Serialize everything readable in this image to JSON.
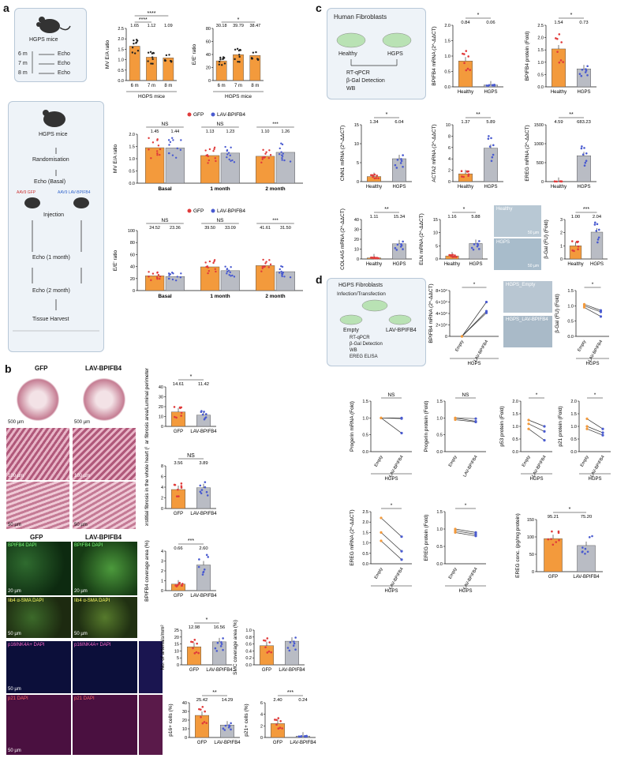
{
  "panels": {
    "a": "a",
    "b": "b",
    "c": "c",
    "d": "d"
  },
  "colors": {
    "orange": "#f39a3c",
    "darkorange": "#e8891f",
    "blue": "#4a5bd0",
    "gray": "#b9bcc4",
    "green": "#b9e2b4",
    "red": "#e03b3b",
    "boxbg": "#eef3f8"
  },
  "a_top": {
    "title": "HGPS mice",
    "rows": [
      "6 m",
      "7 m",
      "8 m"
    ],
    "echo": "Echo"
  },
  "a_bottom": {
    "title": "HGPS mice",
    "steps": [
      "Randomisation",
      "Echo (Basal)",
      "Injection",
      "Echo (1 month)",
      "Echo (2 month)",
      "Tissue Harvest"
    ],
    "aav_gfp": "AAV9 GFP",
    "aav_lav": "AAV9 LAV-BPIFB4"
  },
  "c_box": {
    "title": "Human Fibroblasts",
    "groups": [
      "Healthy",
      "HGPS"
    ],
    "methods": [
      "RT-qPCR",
      "β-Gal Detection",
      "WB"
    ]
  },
  "d_box": {
    "title": "HGPS Fibroblasts",
    "step": "Infection/Transfection",
    "groups": [
      "Empty",
      "LAV-BPIFB4"
    ],
    "methods": [
      "RT-qPCR",
      "β-Gal Detection",
      "WB",
      "EREG ELISA"
    ]
  },
  "b_images": {
    "col1": "GFP",
    "col2": "LAV-BPIFB4",
    "scale500": "500 µm",
    "scale100": "100 µm",
    "scale50": "50 µm",
    "scale20": "20 µm",
    "bpifb4": "BPIFB4 DAPI",
    "sma": "Iib4 α-SMA DAPI",
    "p16": "p16INK4A+ DAPI",
    "p21": "p21 DAPI"
  },
  "c_images": {
    "healthy": "Healthy",
    "hgps": "HGPS",
    "scale": "50 µm"
  },
  "d_images": {
    "empty": "HGPS_Empty",
    "lav": "HGPS_LAV-BPIFB4"
  },
  "chart_data": [
    {
      "id": "a_ea",
      "type": "bar",
      "categories": [
        "6 m",
        "7 m",
        "8 m"
      ],
      "values": [
        1.65,
        1.12,
        1.09
      ],
      "labels": [
        "1.65",
        "1.12",
        "1.09"
      ],
      "ylabel": "MV E/A ratio",
      "xlabel": "HGPS mice",
      "ylim": [
        0,
        2.5
      ],
      "yticks": [
        "0.0",
        "0.5",
        "1.0",
        "1.5",
        "2.0",
        "2.5"
      ],
      "sig": [
        [
          "****",
          0,
          1
        ],
        [
          "****",
          0,
          2
        ]
      ]
    },
    {
      "id": "a_ee",
      "type": "bar",
      "categories": [
        "6 m",
        "7 m",
        "8 m"
      ],
      "values": [
        30.18,
        39.79,
        38.47
      ],
      "labels": [
        "30.18",
        "39.79",
        "38.47"
      ],
      "ylabel": "E/E' ratio",
      "xlabel": "HGPS mice",
      "ylim": [
        0,
        80
      ],
      "yticks": [
        "0",
        "20",
        "40",
        "60",
        "80"
      ],
      "sig": [
        [
          "*",
          0,
          2
        ]
      ]
    },
    {
      "id": "a_mvg",
      "type": "bar",
      "legend": [
        "GFP",
        "LAV-BPIFB4"
      ],
      "categories": [
        "Basal",
        "1 month",
        "2 month"
      ],
      "series": [
        {
          "name": "GFP",
          "values": [
            1.45,
            1.13,
            1.1
          ]
        },
        {
          "name": "LAV-BPIFB4",
          "values": [
            1.44,
            1.23,
            1.26
          ]
        }
      ],
      "labels": [
        "1.45",
        "1.44",
        "1.13",
        "1.23",
        "1.10",
        "1.26"
      ],
      "ylabel": "MV E/A ratio",
      "ylim": [
        0,
        2.0
      ],
      "yticks": [
        "0.0",
        "0.5",
        "1.0",
        "1.5",
        "2.0"
      ],
      "sig": [
        "NS",
        "NS",
        "***"
      ]
    },
    {
      "id": "a_eeg",
      "type": "bar",
      "legend": [
        "GFP",
        "LAV-BPIFB4"
      ],
      "categories": [
        "Basal",
        "1 month",
        "2 month"
      ],
      "series": [
        {
          "name": "GFP",
          "values": [
            24.52,
            39.5,
            41.61
          ]
        },
        {
          "name": "LAV-BPIFB4",
          "values": [
            23.36,
            33.09,
            31.5
          ]
        }
      ],
      "labels": [
        "24.52",
        "23.36",
        "39.50",
        "33.09",
        "41.61",
        "31.50"
      ],
      "ylabel": "E/E' ratio",
      "ylim": [
        0,
        100
      ],
      "yticks": [
        "0",
        "20",
        "40",
        "60",
        "80",
        "100"
      ],
      "sig": [
        "NS",
        "NS",
        "***"
      ]
    },
    {
      "id": "b_peri",
      "type": "bar",
      "categories": [
        "GFP",
        "LAV-BPIFB4"
      ],
      "values": [
        14.61,
        11.42
      ],
      "labels": [
        "14.61",
        "11.42"
      ],
      "ylabel": "Perivascular fibrosis area/Luminal perimeter (µm²/µm)",
      "ylim": [
        0,
        40
      ],
      "yticks": [
        "0",
        "10",
        "20",
        "30",
        "40"
      ],
      "sig": "*"
    },
    {
      "id": "b_inter",
      "type": "bar",
      "categories": [
        "GFP",
        "LAV-BPIFB4"
      ],
      "values": [
        3.56,
        3.89
      ],
      "labels": [
        "3.56",
        "3.89"
      ],
      "ylabel": "Interstitial fibrosis in the whole heart (%)",
      "ylim": [
        0,
        8
      ],
      "yticks": [
        "0",
        "2",
        "4",
        "6",
        "8"
      ],
      "sig": "NS"
    },
    {
      "id": "b_bp",
      "type": "bar",
      "categories": [
        "GFP",
        "LAV-BPIFB4"
      ],
      "values": [
        0.66,
        2.6
      ],
      "labels": [
        "0.66",
        "2.60"
      ],
      "ylabel": "BPIFB4 coverage area (%)",
      "ylim": [
        0,
        4
      ],
      "yticks": [
        "0",
        "1",
        "2",
        "3",
        "4"
      ],
      "sig": "***"
    },
    {
      "id": "b_art",
      "type": "bar",
      "categories": [
        "GFP",
        "LAV-BPIFB4"
      ],
      "values": [
        12.98,
        16.56
      ],
      "labels": [
        "12.98",
        "16.56"
      ],
      "ylabel": "No. of arterials/mm²",
      "ylim": [
        0,
        25
      ],
      "yticks": [
        "0",
        "5",
        "10",
        "15",
        "20",
        "25"
      ],
      "sig": "*"
    },
    {
      "id": "b_smc",
      "type": "bar",
      "categories": [
        "GFP",
        "LAV-BPIFB4"
      ],
      "values": [
        0.55,
        0.68
      ],
      "labels": [],
      "ylabel": "SMC coverage area (%)",
      "ylim": [
        0,
        1.0
      ],
      "yticks": [
        "0.0",
        "0.2",
        "0.4",
        "0.6",
        "0.8",
        "1.0"
      ],
      "sig": ""
    },
    {
      "id": "b_p16",
      "type": "bar",
      "categories": [
        "GFP",
        "LAV-BPIFB4"
      ],
      "values": [
        25.42,
        14.29
      ],
      "labels": [
        "25.42",
        "14.29"
      ],
      "ylabel": "p16+ cells (%)",
      "ylim": [
        0,
        40
      ],
      "yticks": [
        "0",
        "10",
        "20",
        "30",
        "40"
      ],
      "sig": "**"
    },
    {
      "id": "b_p21",
      "type": "bar",
      "categories": [
        "GFP",
        "LAV-BPIFB4"
      ],
      "values": [
        2.4,
        0.24
      ],
      "labels": [
        "2.40",
        "0.24"
      ],
      "ylabel": "p21+ cells (%)",
      "ylim": [
        0,
        6
      ],
      "yticks": [
        "0",
        "2",
        "4",
        "6"
      ],
      "sig": "***"
    },
    {
      "id": "c_bpm",
      "type": "bar",
      "categories": [
        "Healthy",
        "HGPS"
      ],
      "values": [
        0.84,
        0.06
      ],
      "labels": [
        "0.84",
        "0.06"
      ],
      "ylabel": "BPIFB4 mRNA (2^-ΔΔCT)",
      "ylim": [
        0,
        2.0
      ],
      "yticks": [
        "0.0",
        "0.5",
        "1.0",
        "1.5",
        "2.0"
      ],
      "sig": "*"
    },
    {
      "id": "c_bpp",
      "type": "bar",
      "categories": [
        "Healthy",
        "HGPS"
      ],
      "values": [
        1.54,
        0.73
      ],
      "labels": [
        "1.54",
        "0.73"
      ],
      "ylabel": "BPIFB4 protein (Fold)",
      "ylim": [
        0,
        2.5
      ],
      "yticks": [
        "0.0",
        "0.5",
        "1.0",
        "1.5",
        "2.0",
        "2.5"
      ],
      "sig": "*"
    },
    {
      "id": "c_cnn",
      "type": "bar",
      "categories": [
        "Healthy",
        "HGPS"
      ],
      "values": [
        1.34,
        6.04
      ],
      "labels": [
        "1.34",
        "6.04"
      ],
      "ylabel": "CNN1 mRNA (2^-ΔΔCT)",
      "ylim": [
        0,
        15
      ],
      "yticks": [
        "0",
        "5",
        "10",
        "15"
      ],
      "sig": "*"
    },
    {
      "id": "c_acta",
      "type": "bar",
      "categories": [
        "Healthy",
        "HGPS"
      ],
      "values": [
        1.37,
        5.89
      ],
      "labels": [
        "1.37",
        "5.89"
      ],
      "ylabel": "ACTA2 mRNA (2^-ΔΔCT)",
      "ylim": [
        0,
        10
      ],
      "yticks": [
        "0",
        "2",
        "4",
        "6",
        "8",
        "10"
      ],
      "sig": "**"
    },
    {
      "id": "c_ereg",
      "type": "bar",
      "categories": [
        "Healthy",
        "HGPS"
      ],
      "values": [
        4.59,
        683.23
      ],
      "labels": [
        "4.59",
        "683.23"
      ],
      "ylabel": "EREG mRNA (2^-ΔΔCT)",
      "ylim": [
        0,
        1500
      ],
      "yticks": [
        "0",
        "500",
        "1000",
        "1500"
      ],
      "sig": "**"
    },
    {
      "id": "c_col",
      "type": "bar",
      "categories": [
        "Healthy",
        "HGPS"
      ],
      "values": [
        1.11,
        15.34
      ],
      "labels": [
        "1.11",
        "15.34"
      ],
      "ylabel": "COL4A5 mRNA (2^-ΔΔCT)",
      "ylim": [
        0,
        40
      ],
      "yticks": [
        "0",
        "10",
        "20",
        "30",
        "40"
      ],
      "sig": "**"
    },
    {
      "id": "c_eln",
      "type": "bar",
      "categories": [
        "Healthy",
        "HGPS"
      ],
      "values": [
        1.16,
        5.88
      ],
      "labels": [
        "1.16",
        "5.88"
      ],
      "ylabel": "ELN mRNA (2^-ΔΔCT)",
      "ylim": [
        0,
        15
      ],
      "yticks": [
        "0",
        "5",
        "10",
        "15"
      ],
      "sig": "*"
    },
    {
      "id": "c_bgal",
      "type": "bar",
      "categories": [
        "Healthy",
        "HGPS"
      ],
      "values": [
        1.0,
        2.04
      ],
      "labels": [
        "1.00",
        "2.04"
      ],
      "ylabel": "β-Gal (FU) (Fold)",
      "ylim": [
        0,
        3
      ],
      "yticks": [
        "0",
        "1",
        "2",
        "3"
      ],
      "sig": "***"
    },
    {
      "id": "d_ereg_conc",
      "type": "bar",
      "categories": [
        "GFP",
        "LAV-BPIFB4"
      ],
      "values": [
        95.21,
        75.2
      ],
      "labels": [
        "95.21",
        "75.20"
      ],
      "ylabel": "EREG conc. (pg/mg protein)",
      "ylim": [
        0,
        150
      ],
      "yticks": [
        "0",
        "50",
        "100",
        "150"
      ],
      "sig": "*"
    },
    {
      "id": "d_bpm",
      "type": "line",
      "categories": [
        "Empty",
        "LAV-BPIFB4"
      ],
      "ylabel": "BPIFB4 mRNA (2^-ΔΔCT)",
      "xlabel": "HGPS",
      "yticks": [
        "0",
        "2×10⁴",
        "4×10⁴",
        "6×10⁴",
        "8×10⁴"
      ],
      "ylim": [
        0,
        80000
      ],
      "pairs": [
        [
          1,
          60000
        ],
        [
          1,
          44000
        ],
        [
          1,
          41000
        ]
      ],
      "sig": "*"
    },
    {
      "id": "d_bgal",
      "type": "line",
      "categories": [
        "Empty",
        "LAV-BPIFB4"
      ],
      "ylabel": "β-Gal (FU) (Fold)",
      "xlabel": "HGPS",
      "yticks": [
        "0.0",
        "0.5",
        "1.0",
        "1.5"
      ],
      "ylim": [
        0,
        1.5
      ],
      "pairs": [
        [
          1.05,
          0.85
        ],
        [
          1.0,
          0.8
        ],
        [
          0.95,
          0.65
        ]
      ],
      "sig": "*"
    },
    {
      "id": "d_prog_m",
      "type": "line",
      "categories": [
        "Empty",
        "LAV-BPIFB4"
      ],
      "ylabel": "Progerin mRNA (Fold)",
      "xlabel": "HGPS",
      "yticks": [
        "0.0",
        "0.5",
        "1.0",
        "1.5"
      ],
      "ylim": [
        0,
        1.5
      ],
      "pairs": [
        [
          1.0,
          1.0
        ],
        [
          1.0,
          0.98
        ],
        [
          1.0,
          0.55
        ]
      ],
      "sig": "NS"
    },
    {
      "id": "d_prog_p",
      "type": "line",
      "categories": [
        "Empty",
        "LAV-BPIFB4"
      ],
      "ylabel": "Progerin protein (Fold)",
      "xlabel": "",
      "yticks": [
        "0.0",
        "0.5",
        "1.0",
        "1.5"
      ],
      "ylim": [
        0,
        1.5
      ],
      "pairs": [
        [
          1.0,
          0.98
        ],
        [
          1.0,
          0.9
        ],
        [
          0.95,
          0.88
        ]
      ],
      "sig": "NS"
    },
    {
      "id": "d_p53",
      "type": "line",
      "categories": [
        "Empty",
        "LAV-BPIFB4"
      ],
      "ylabel": "p53 protein (Fold)",
      "xlabel": "HGPS",
      "yticks": [
        "0.0",
        "0.5",
        "1.0",
        "1.5",
        "2.0"
      ],
      "ylim": [
        0,
        2.0
      ],
      "pairs": [
        [
          1.25,
          1.0
        ],
        [
          1.1,
          0.8
        ],
        [
          0.9,
          0.45
        ]
      ],
      "sig": "*"
    },
    {
      "id": "d_p21",
      "type": "line",
      "categories": [
        "Empty",
        "LAV-BPIFB4"
      ],
      "ylabel": "p21 protein (Fold)",
      "xlabel": "HGPS",
      "yticks": [
        "0.0",
        "0.5",
        "1.0",
        "1.5",
        "2.0"
      ],
      "ylim": [
        0,
        2.0
      ],
      "pairs": [
        [
          1.3,
          0.9
        ],
        [
          1.0,
          0.75
        ],
        [
          0.9,
          0.65
        ]
      ],
      "sig": "*"
    },
    {
      "id": "d_ereg_m",
      "type": "line",
      "categories": [
        "Empty",
        "LAV-BPIFB4"
      ],
      "ylabel": "EREG mRNA (2^-ΔΔCT)",
      "xlabel": "HGPS",
      "yticks": [
        "0.0",
        "0.5",
        "1.0",
        "1.5",
        "2.0",
        "2.5"
      ],
      "ylim": [
        0,
        2.5
      ],
      "pairs": [
        [
          2.2,
          1.3
        ],
        [
          1.5,
          0.6
        ],
        [
          1.1,
          0.2
        ]
      ],
      "sig": "*"
    },
    {
      "id": "d_ereg_p",
      "type": "line",
      "categories": [
        "Empty",
        "LAV-BPIFB4"
      ],
      "ylabel": "EREG protein (Fold)",
      "xlabel": "HGPS",
      "yticks": [
        "0.0",
        "0.5",
        "1.0",
        "1.5"
      ],
      "ylim": [
        0,
        1.5
      ],
      "pairs": [
        [
          1.0,
          0.9
        ],
        [
          0.95,
          0.85
        ],
        [
          0.9,
          0.8
        ]
      ],
      "sig": "*"
    }
  ]
}
